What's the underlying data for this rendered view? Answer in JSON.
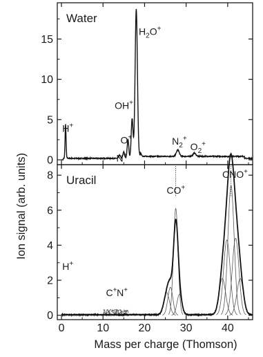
{
  "figure": {
    "ylabel": "Ion signal (arb. units)",
    "xlabel": "Mass per charge (Thomson)"
  },
  "chart_data": [
    {
      "type": "line",
      "panel": "top",
      "label": "Water",
      "xlim": [
        -1,
        46
      ],
      "ylim": [
        -0.6,
        19.5
      ],
      "yticks": [
        0,
        5,
        10,
        15
      ],
      "xticks": [
        0,
        10,
        20,
        30,
        40
      ],
      "peaks": [
        {
          "x": 1,
          "h": 4.2,
          "w": 0.12
        },
        {
          "x": 14,
          "h": 0.4,
          "w": 0.2
        },
        {
          "x": 15,
          "h": 0.8,
          "w": 0.2
        },
        {
          "x": 16,
          "h": 2.3,
          "w": 0.2
        },
        {
          "x": 17,
          "h": 4.9,
          "w": 0.22
        },
        {
          "x": 18,
          "h": 18.5,
          "w": 0.28
        },
        {
          "x": 19,
          "h": 0.4,
          "w": 0.25
        },
        {
          "x": 28,
          "h": 0.8,
          "w": 0.35
        },
        {
          "x": 32,
          "h": 0.4,
          "w": 0.35
        }
      ],
      "baseline": 0.18,
      "annotations": [
        {
          "x": 0.2,
          "y": 3.5,
          "text": "H",
          "sup": "+"
        },
        {
          "x": 13.2,
          "y": -0.2,
          "text": "N",
          "sup": "+"
        },
        {
          "x": 14.2,
          "y": 2.0,
          "text": "O",
          "sup": "+"
        },
        {
          "x": 12.8,
          "y": 6.3,
          "text": "OH",
          "sup": "+"
        },
        {
          "x": 18.6,
          "y": 15.5,
          "text": "H",
          "sub": "2",
          "text2": "O",
          "sup": "+"
        },
        {
          "x": 26.6,
          "y": 1.9,
          "text": "N",
          "sub": "2",
          "sup": "+"
        },
        {
          "x": 31.0,
          "y": 1.2,
          "text": "O",
          "sub": "2",
          "sup": "+"
        }
      ]
    },
    {
      "type": "line",
      "panel": "bottom",
      "label": "Uracil",
      "xlim": [
        -1,
        46
      ],
      "ylim": [
        -0.25,
        8.6
      ],
      "yticks": [
        0,
        2,
        4,
        6,
        8
      ],
      "xticks": [
        0,
        10,
        20,
        30,
        40
      ],
      "components": [
        {
          "x": 25.3,
          "h": 1.3,
          "s": 0.7
        },
        {
          "x": 26.2,
          "h": 1.6,
          "s": 0.6
        },
        {
          "x": 27.5,
          "h": 6.1,
          "s": 0.55
        },
        {
          "x": 28.4,
          "h": 1.2,
          "s": 0.6
        },
        {
          "x": 38.7,
          "h": 2.1,
          "s": 0.8
        },
        {
          "x": 39.8,
          "h": 4.3,
          "s": 0.8
        },
        {
          "x": 40.8,
          "h": 7.4,
          "s": 0.75
        },
        {
          "x": 41.9,
          "h": 4.4,
          "s": 0.8
        },
        {
          "x": 43.0,
          "h": 2.1,
          "s": 0.8
        }
      ],
      "noise_region": [
        10,
        16,
        0.35
      ],
      "annotations": [
        {
          "x": 0.2,
          "y": 2.6,
          "text": "H",
          "sup": "+"
        },
        {
          "x": 10.7,
          "y": 1.1,
          "text": "C",
          "sup": "+"
        },
        {
          "x": 13.3,
          "y": 1.1,
          "text": "N",
          "sup": "+"
        },
        {
          "x": 25.3,
          "y": 6.95,
          "text": "CO",
          "sup": "+"
        },
        {
          "x": 38.7,
          "y": 7.85,
          "text": "CNO",
          "sup": "+"
        }
      ]
    }
  ]
}
